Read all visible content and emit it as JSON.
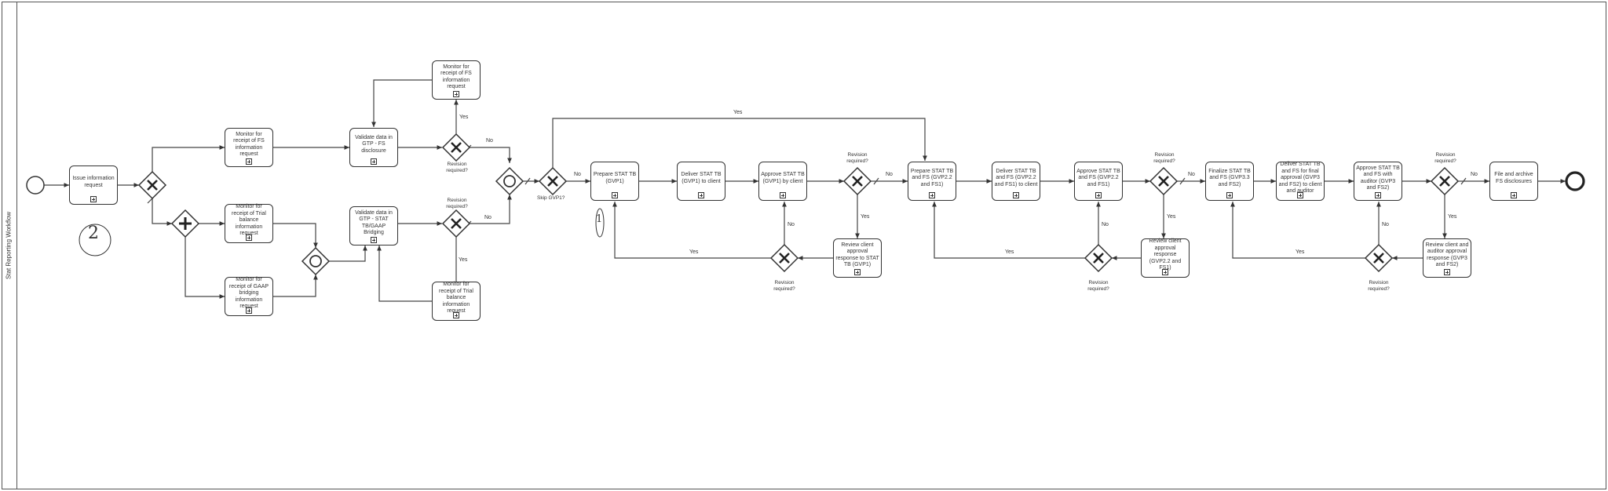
{
  "pool": {
    "lane_title": "Stat Reporting Workflow"
  },
  "tasks": {
    "issue_info": "Issue information request",
    "monitor_fs_top": "Monitor for receipt of FS information request",
    "monitor_fs_mid": "Monitor for receipt of FS information request",
    "validate_fs": "Validate data in GTP - FS disclosure",
    "monitor_tb": "Monitor for receipt of Trial balance information request",
    "monitor_gaap": "Monitor for receipt of GAAP bridging information request",
    "validate_tb": "Validate data in GTP - STAT TB/GAAP Bridging",
    "monitor_tb_bottom": "Monitor for receipt of Trial balance information request",
    "prepare_stat_tb": "Prepare STAT TB (GVP1)",
    "deliver_stat_tb": "Deliver STAT TB (GVP1) to client",
    "approve_stat_tb": "Approve STAT TB (GVP1) by client",
    "review_client_tb": "Review client approval response to STAT TB (GVP1)",
    "prepare_stat_tb_fs": "Prepare STAT TB and FS (GVP2.2 and FS1)",
    "deliver_stat_tb_fs": "Deliver STAT TB and FS (GVP2.2 and FS1) to client",
    "approve_stat_tb_fs": "Approve STAT TB and FS (GVP2.2 and FS1)",
    "review_client_fs": "Review client approval response (GVP2.2 and FS1)",
    "finalize_stat": "Finalize STAT TB and FS (GVP3.3 and FS2)",
    "deliver_final": "Deliver STAT TB and FS for final approval (GVP3 and FS2) to client and auditor",
    "approve_auditor": "Approve STAT TB and FS with auditor (GVP3 and FS2)",
    "review_auditor": "Review client and auditor approval response (GVP3 and FS2)",
    "file_archive": "File and archive FS disclosures"
  },
  "labels": {
    "yes": "Yes",
    "no": "No",
    "revision_required": "Revision required?",
    "skip_gvp1": "Skip GVP1?"
  },
  "annotations": {
    "handwritten_1": "1",
    "handwritten_2": "2"
  }
}
